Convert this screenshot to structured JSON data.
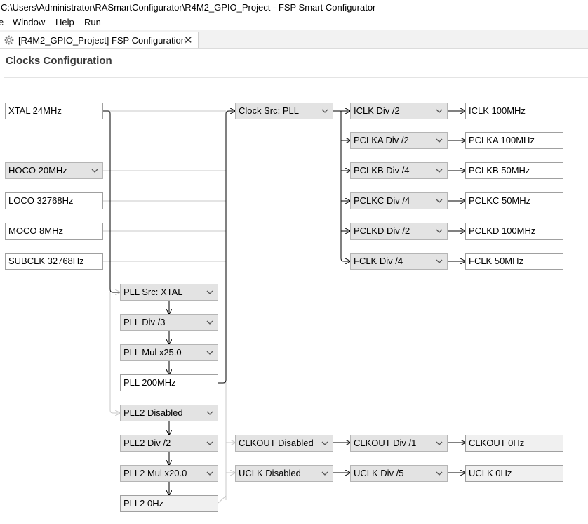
{
  "window": {
    "title": "C:\\Users\\Administrator\\RASmartConfigurator\\R4M2_GPIO_Project - FSP Smart Configurator"
  },
  "menu": [
    "e",
    "Window",
    "Help",
    "Run"
  ],
  "tab": {
    "label": "[R4M2_GPIO_Project] FSP Configuration",
    "close": "✕"
  },
  "page": {
    "title": "Clocks Configuration"
  },
  "sources": {
    "xtal": "XTAL 24MHz",
    "hoco": "HOCO 20MHz",
    "loco": "LOCO 32768Hz",
    "moco": "MOCO 8MHz",
    "subclk": "SUBCLK 32768Hz"
  },
  "pll": {
    "src": "PLL Src: XTAL",
    "div": "PLL Div /3",
    "mul": "PLL Mul x25.0",
    "out": "PLL 200MHz"
  },
  "pll2": {
    "src": "PLL2 Disabled",
    "div": "PLL2 Div /2",
    "mul": "PLL2 Mul x20.0",
    "out": "PLL2 0Hz"
  },
  "clock_src": "Clock Src: PLL",
  "dividers": [
    {
      "div": "ICLK Div /2",
      "out": "ICLK 100MHz"
    },
    {
      "div": "PCLKA Div /2",
      "out": "PCLKA 100MHz"
    },
    {
      "div": "PCLKB Div /4",
      "out": "PCLKB 50MHz"
    },
    {
      "div": "PCLKC Div /4",
      "out": "PCLKC 50MHz"
    },
    {
      "div": "PCLKD Div /2",
      "out": "PCLKD 100MHz"
    },
    {
      "div": "FCLK Div /4",
      "out": "FCLK 50MHz"
    }
  ],
  "clkout": {
    "src": "CLKOUT Disabled",
    "div": "CLKOUT Div /1",
    "out": "CLKOUT 0Hz"
  },
  "uclk": {
    "src": "UCLK Disabled",
    "div": "UCLK Div /5",
    "out": "UCLK 0Hz"
  },
  "colors": {
    "combo_bg": "#e3e3e3",
    "wire_active": "#000000",
    "wire_inactive": "#c8c8c8",
    "tab_bg": "#f2f2f2"
  }
}
